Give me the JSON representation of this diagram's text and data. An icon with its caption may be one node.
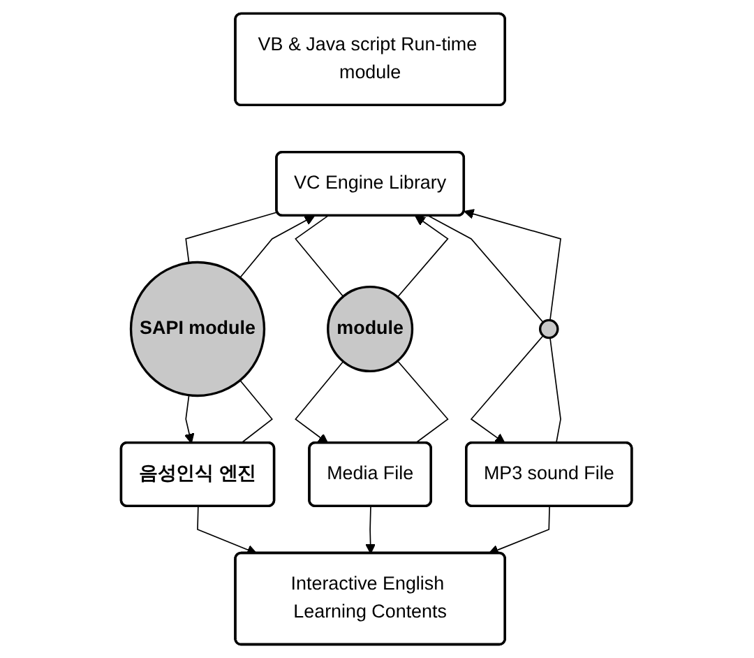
{
  "diagram": {
    "nodes": [
      {
        "text": [
          "VB & Java script Run-time module"
        ]
      },
      {
        "text": [
          "VC Engine Library"
        ]
      },
      {
        "text": [
          "SAPI module"
        ]
      },
      {
        "text": [
          "module"
        ]
      },
      {
        "text": [],
        "shape": "circle"
      },
      {
        "text": [
          "음성인식 엔진"
        ]
      },
      {
        "text": [
          "Media File"
        ]
      },
      {
        "text": [
          "MP3 sound File"
        ]
      },
      {
        "text": [
          "Interactive English Learning Contents"
        ]
      }
    ],
    "edges": [
      {
        "from": 5,
        "to": 2,
        "arrow": "none"
      },
      {
        "from": 2,
        "to": 1,
        "arrow": "to"
      },
      {
        "from": 1,
        "to": 2,
        "arrow": "none"
      },
      {
        "from": 2,
        "to": 5,
        "arrow": "to"
      },
      {
        "from": 6,
        "to": 3,
        "arrow": "none"
      },
      {
        "from": 3,
        "to": 1,
        "arrow": "to"
      },
      {
        "from": 1,
        "to": 3,
        "arrow": "none"
      },
      {
        "from": 3,
        "to": 6,
        "arrow": "to"
      },
      {
        "from": 7,
        "to": 4,
        "arrow": "none"
      },
      {
        "from": 4,
        "to": 1,
        "arrow": "to"
      },
      {
        "from": 1,
        "to": 4,
        "arrow": "none"
      },
      {
        "from": 4,
        "to": 7,
        "arrow": "to"
      },
      {
        "from": 5,
        "to": 8,
        "arrow": "to"
      },
      {
        "from": 6,
        "to": 8,
        "arrow": "to"
      },
      {
        "from": 7,
        "to": 8,
        "arrow": "to"
      }
    ]
  }
}
